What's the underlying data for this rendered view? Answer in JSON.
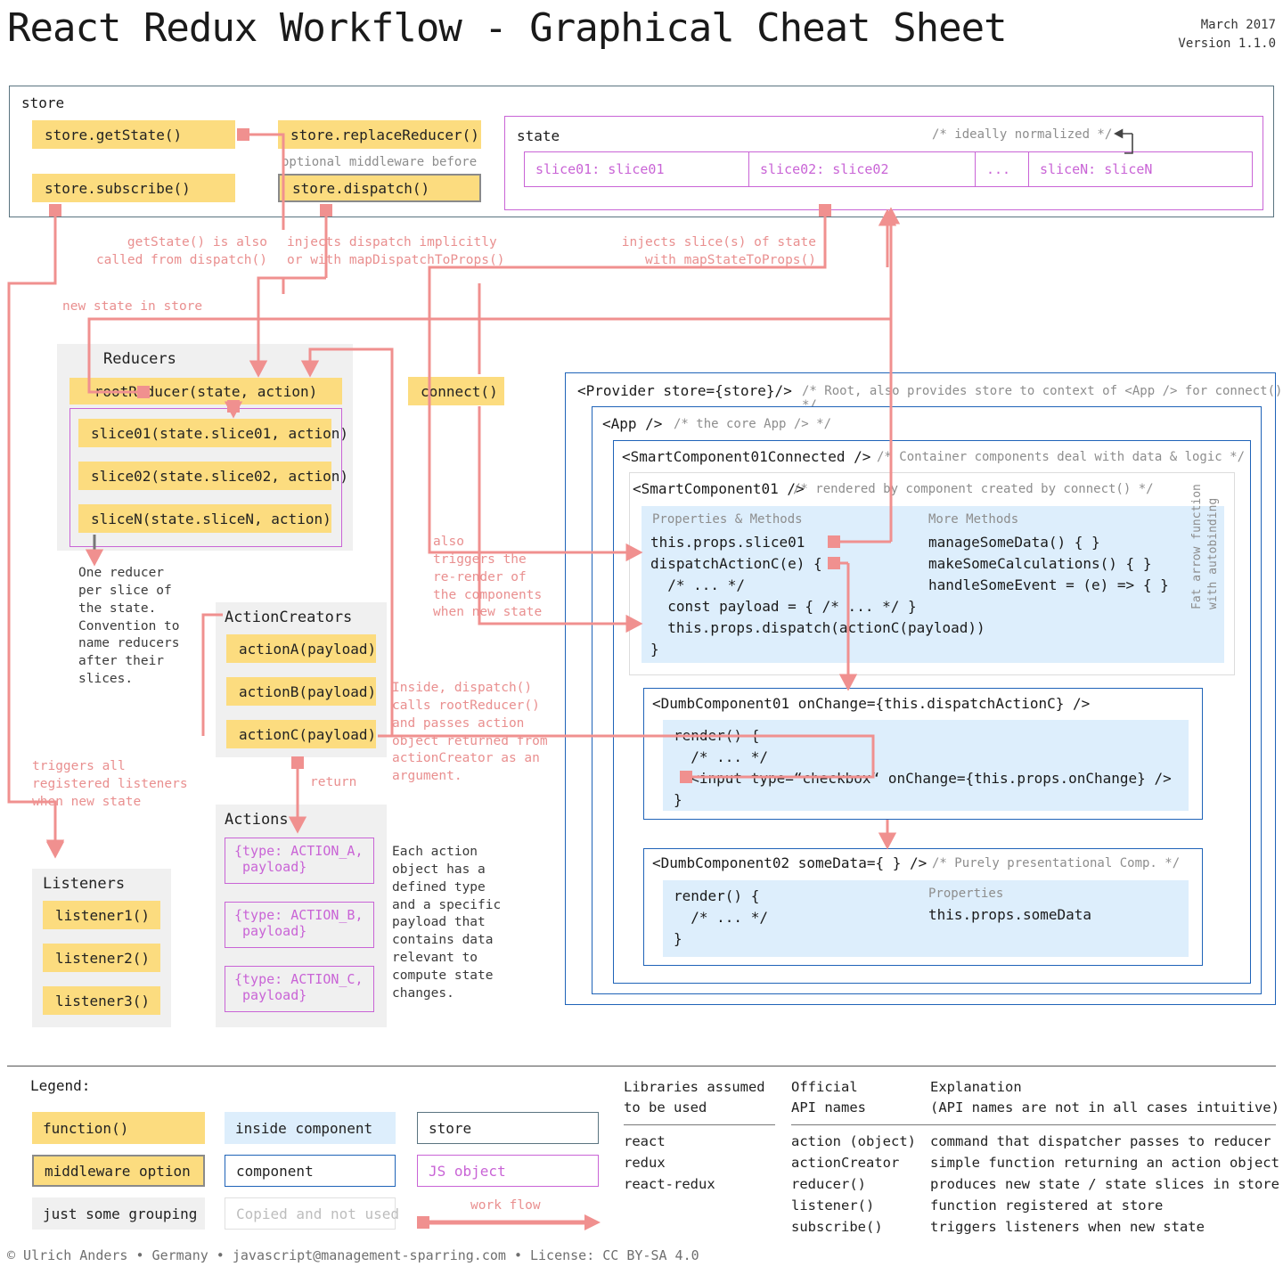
{
  "header": {
    "title": "React Redux Workflow - Graphical Cheat Sheet",
    "date": "March 2017",
    "version": "Version 1.1.0"
  },
  "store": {
    "label": "store",
    "get_state": "store.getState()",
    "subscribe": "store.subscribe()",
    "replace_reducer": "store.replaceReducer()",
    "middleware_note": "optional middleware before",
    "dispatch": "store.dispatch()",
    "state": {
      "label": "state",
      "comment": "/* ideally normalized */",
      "slices": [
        "slice01: slice01",
        "slice02: slice02",
        "...",
        "sliceN: sliceN"
      ]
    }
  },
  "notes": {
    "get_state_also": "getState() is also\ncalled from dispatch()",
    "injects_dispatch": "injects dispatch implicitly\nor with mapDispatchToProps()",
    "injects_slices": "injects slice(s) of state\nwith mapStateToProps()",
    "new_state_in_store": "new state in store",
    "one_reducer": "One reducer\nper slice of\nthe state.\nConvention to\nname reducers\nafter their\nslices.",
    "triggers_listeners": "triggers all\nregistered listeners\nwhen new state",
    "also_triggers": "also\ntriggers the\nre-render of\nthe components\nwhen new state",
    "inside_dispatch": "Inside, dispatch()\ncalls rootReducer()\nand passes action\nobject returned from\nactionCreator as an\nargument.",
    "each_action": "Each action\nobject has a\ndefined type\nand a specific\npayload that\ncontains data\nrelevant to\ncompute state\nchanges.",
    "return": "return"
  },
  "reducers": {
    "label": "Reducers",
    "root": "rootReducer(state, action)",
    "slices": [
      "slice01(state.slice01, action)",
      "slice02(state.slice02, action)",
      "sliceN(state.sliceN, action)"
    ]
  },
  "connect": {
    "label": "connect()"
  },
  "action_creators": {
    "label": "ActionCreators",
    "items": [
      "actionA(payload)",
      "actionB(payload)",
      "actionC(payload)"
    ]
  },
  "actions": {
    "label": "Actions",
    "items": [
      "{type: ACTION_A,\n payload}",
      "{type: ACTION_B,\n payload}",
      "{type: ACTION_C,\n payload}"
    ]
  },
  "listeners": {
    "label": "Listeners",
    "items": [
      "listener1()",
      "listener2()",
      "listener3()"
    ]
  },
  "tree": {
    "provider": "<Provider store={store}/>",
    "provider_comment": "/* Root, also provides store to context of <App /> for connect() */",
    "app": "<App />",
    "app_comment": "/* the core App /> */",
    "smart_connected": "<SmartComponent01Connected />",
    "smart_connected_comment": "/* Container components deal with data & logic */",
    "smart": "<SmartComponent01 />",
    "smart_comment": "/* rendered by component created by connect() */",
    "props_heading": "Properties & Methods",
    "props_code": "this.props.slice01\ndispatchActionC(e) {\n  /* ... */\n  const payload = { /* ... */ }\n  this.props.dispatch(actionC(payload))\n}",
    "more_heading": "More Methods",
    "more_code": "manageSomeData() { }\nmakeSomeCalculations() { }\nhandleSomeEvent = (e) => { }",
    "fat_arrow": "Fat arrow function",
    "autobinding": "with autobinding",
    "dumb01": "<DumbComponent01 onChange={this.dispatchActionC} />",
    "dumb01_code": "render() {\n  /* ... */\n  <input type=“checkbox“ onChange={this.props.onChange} />\n}",
    "dumb02": "<DumbComponent02 someData={ } />",
    "dumb02_comment": "/* Purely presentational Comp. */",
    "dumb02_code": "render() {\n  /* ... */\n}",
    "dumb02_props_heading": "Properties",
    "dumb02_props": "this.props.someData"
  },
  "legend": {
    "title": "Legend:",
    "function": "function()",
    "middleware": "middleware option",
    "grouping": "just some grouping",
    "inside_component": "inside component",
    "component": "component",
    "copied": "Copied and not used",
    "store": "store",
    "js_object": "JS object",
    "work_flow": "work flow",
    "libs_heading": "Libraries assumed\nto be used",
    "libs": [
      "react",
      "redux",
      "react-redux"
    ],
    "api_heading": "Official\nAPI names",
    "expl_heading": "Explanation\n(API names are not in all cases intuitive)",
    "api_rows": [
      {
        "name": "action (object)",
        "desc": "command that dispatcher passes to reducer"
      },
      {
        "name": "actionCreator",
        "desc": "simple function returning an action object"
      },
      {
        "name": "reducer()",
        "desc": "produces new state / state slices in store"
      },
      {
        "name": "listener()",
        "desc": "function registered at store"
      },
      {
        "name": "subscribe()",
        "desc": "triggers listeners when new state"
      }
    ]
  },
  "footer": "© Ulrich Anders • Germany • javascript@management-sparring.com • License: CC BY-SA 4.0",
  "colors": {
    "function_yellow": "#FCDC7F",
    "flow_pink": "#F0908F",
    "js_object_purple": "#c964d6",
    "component_blue": "#1f63b8",
    "inside_blue": "#ddeefc",
    "store_border": "#5a7480",
    "grouping_grey": "#f0f0f0"
  }
}
